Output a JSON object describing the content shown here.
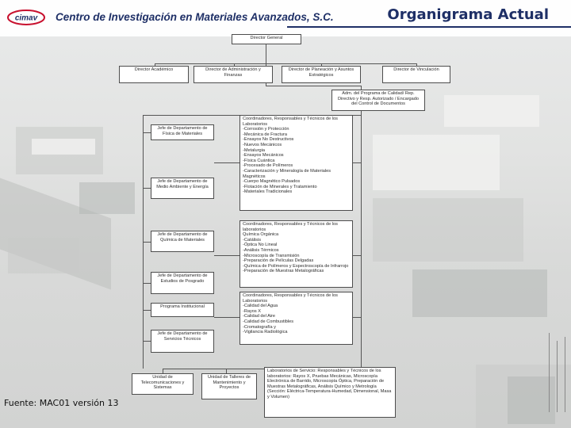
{
  "header": {
    "logo_text": "cimav",
    "org_name": "Centro de Investigación en Materiales Avanzados, S.C.",
    "title": "Organigrama Actual"
  },
  "org_chart": {
    "director_general": "Director General",
    "directors": [
      "Director Académico",
      "Director de Administración y Finanzas",
      "Director de Planeación y Asuntos Estratégicos",
      "Director de Vinculación"
    ],
    "quality_rep": "Adm. del Programa de Calidad/ Rep. Directivo y Resp. Autorizado / Encargado del Control de Documentos",
    "departments": [
      "Jefe de Departamento de Física de Materiales",
      "Jefe de Departamento de Medio Ambiente y Energía",
      "Jefe de Departamento de Química de Materiales",
      "Jefe de Departamento de Estudios de Posgrado",
      "Programa Institucional",
      "Jefe de Departamento de Servicios Técnicos"
    ],
    "lab_group_1": {
      "title": "Coordinadores, Responsables y Técnicos de los Laboratorios",
      "items": [
        "-Corrosión y Protección",
        "-Mecánica de Fractura",
        "-Ensayos No Destructivos",
        "-Nuevos Mecánicos",
        "-Metalurgia",
        "-Ensayos Mecánicos",
        "-Física Cuántica",
        "-Procesado de Polímeros",
        "-Caracterización y Mineralogía de Materiales Magnéticos",
        "-Cuerpo Magnético Pulsados",
        "-Flotación de Minerales y Tratamiento",
        "-Materiales Tradicionales"
      ]
    },
    "lab_group_2": {
      "title": "Coordinadores, Responsables y Técnicos de los laboratorios",
      "items": [
        "Química Orgánica",
        "-Catálisis",
        "-Óptica No Lineal",
        "-Análisis Térmicos",
        "-Microscopía de Transmisión",
        "-Preparación de Películas Delgadas",
        "-Química de Polímeros y Espectroscopía de Infrarrojo",
        "-Preparación de Muestras Metalográficas"
      ]
    },
    "lab_group_3": {
      "title": "Coordinadores, Responsables y Técnicos de los Laboratorios",
      "items": [
        "-Calidad del Agua",
        "-Rayos X",
        "-Calidad del Aire",
        "-Calidad de Combustibles",
        "-Cromatografía y",
        "-Vigilancia Radiológica"
      ]
    },
    "bottom_units": [
      "Unidad de Telecomunicaciones y Sistemas",
      "Unidad de Talleres de Mantenimiento y Proyectos"
    ],
    "service_labs": "Laboratorios de Servicio: Responsables y Técnicos de los laboratorios: Rayos X, Pruebas Mecánicas, Microscopía Electrónica de Barrido, Microscopía Óptica, Preparación de Muestras Metalográficas, Análisis Químico y Metrología (Sección: Eléctrica-Temperatura-Humedad, Dimensional, Masa y Volumen)"
  },
  "footer": {
    "source_note": "Fuente: MAC01 versión 13"
  },
  "colors": {
    "title_navy": "#1e2f66",
    "logo_red": "#c8102e",
    "logo_blue": "#1e2f66",
    "box_border": "#4d4d4d"
  }
}
